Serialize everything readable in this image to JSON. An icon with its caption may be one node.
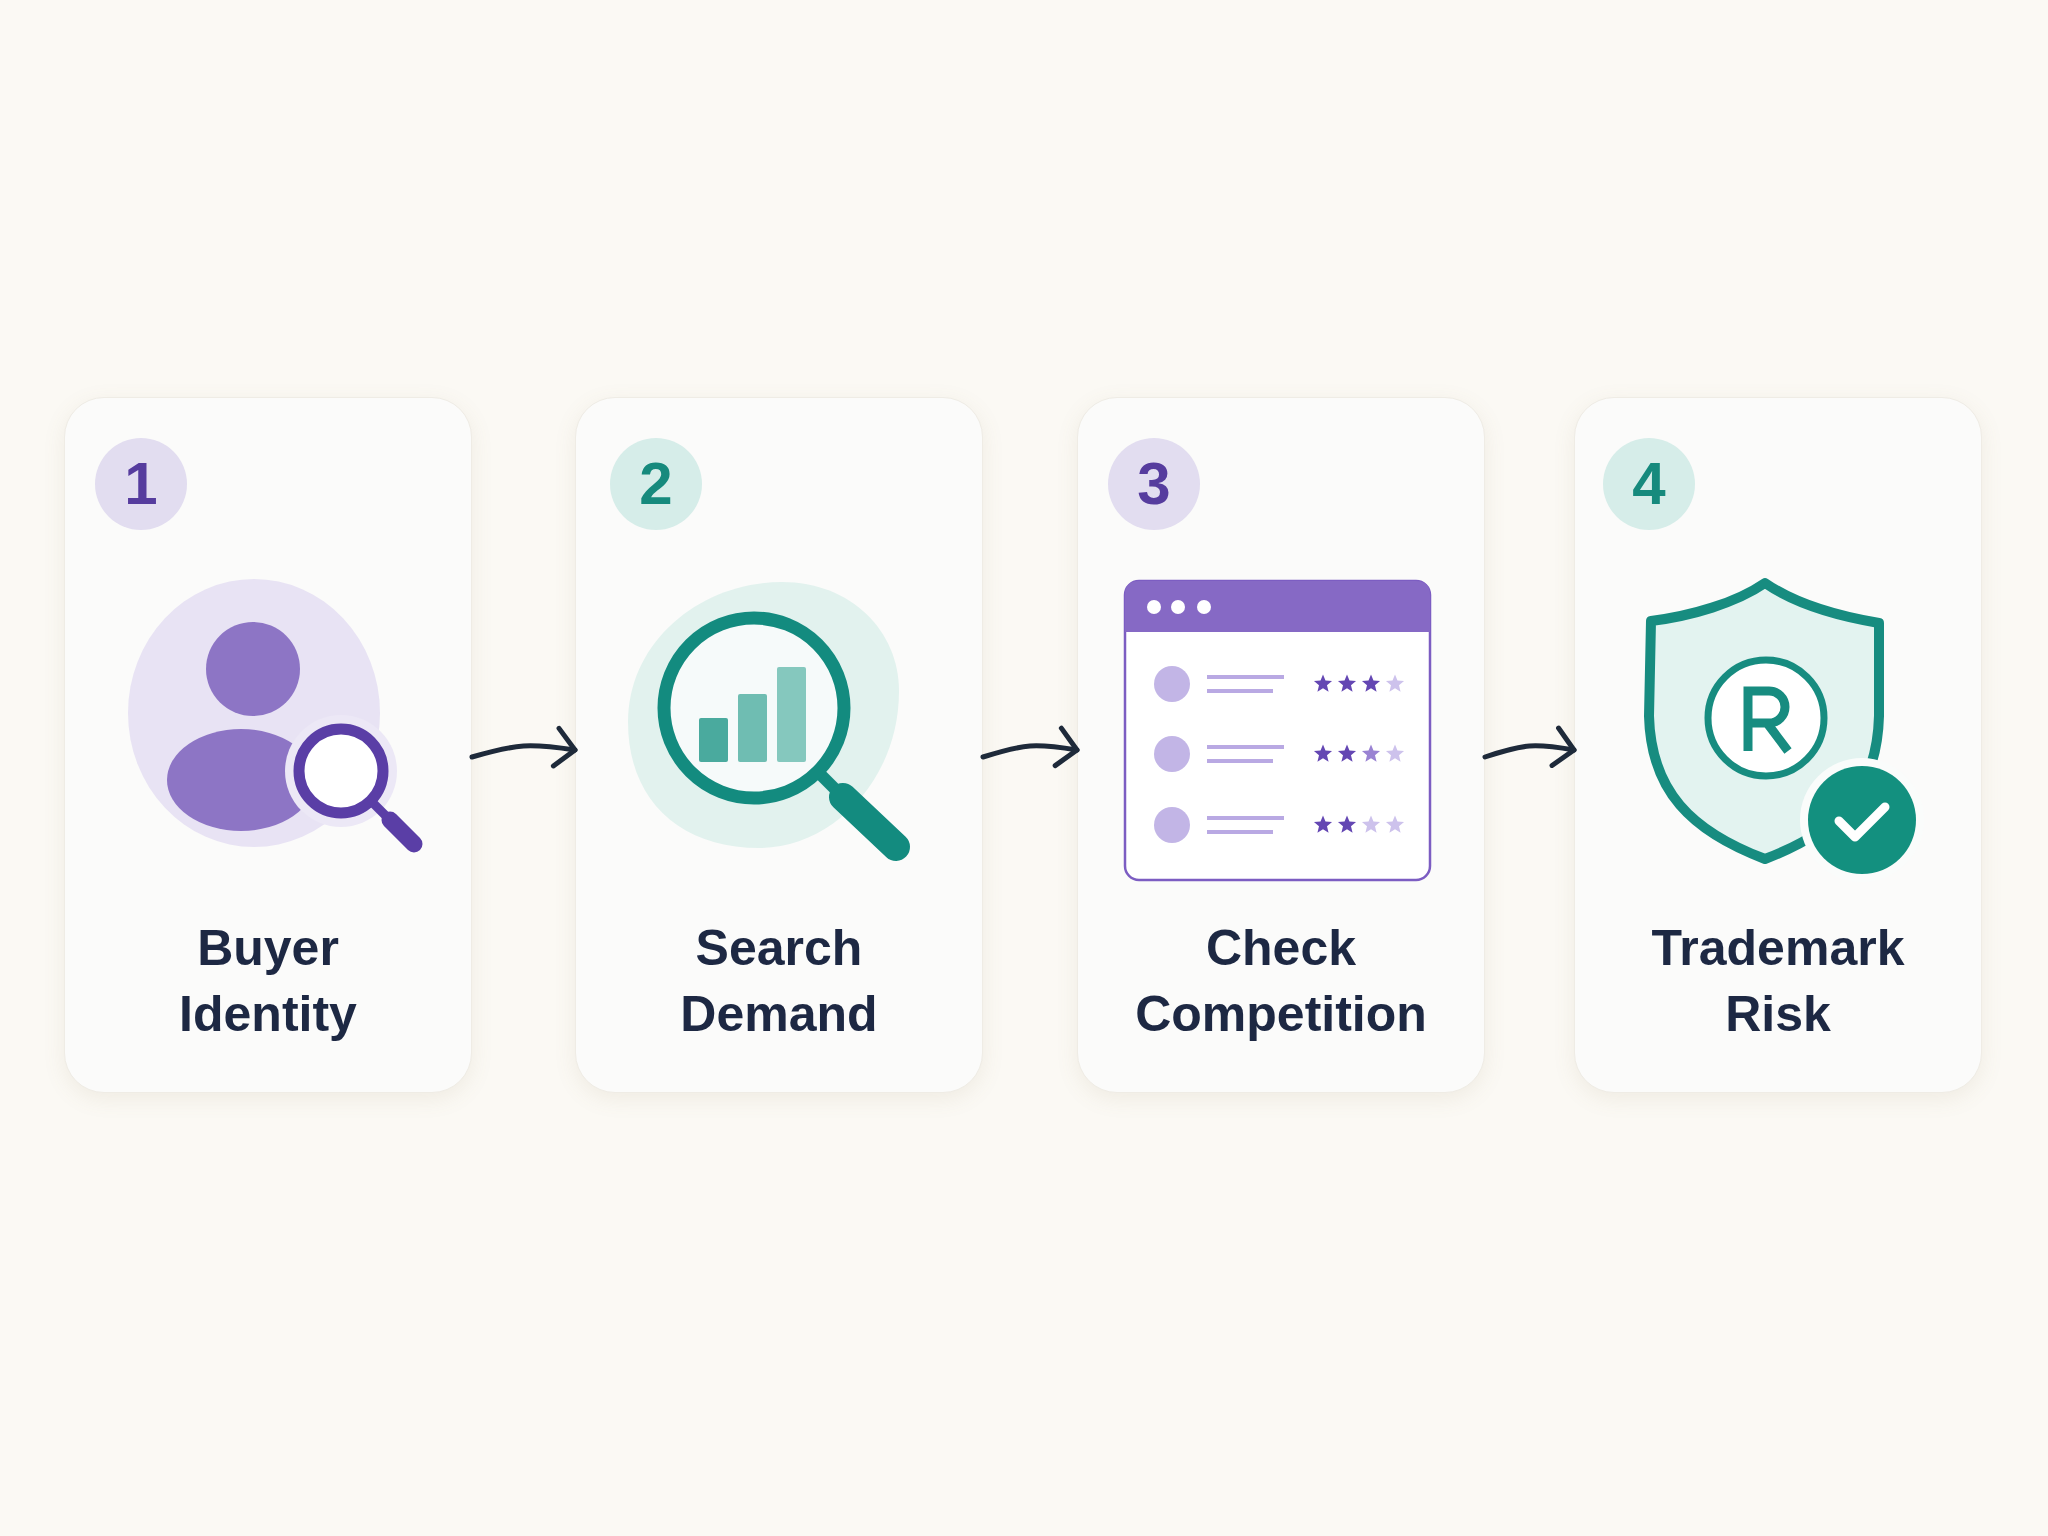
{
  "diagram": {
    "nodes": [
      {
        "text": [
          "Buyer Identity"
        ]
      },
      {
        "text": [
          "1"
        ],
        "in": 0
      },
      {
        "text": [
          "Search Demand"
        ]
      },
      {
        "text": [
          "2"
        ],
        "in": 2
      },
      {
        "text": [
          "Check Competition"
        ]
      },
      {
        "text": [
          "3"
        ],
        "in": 4
      },
      {
        "text": [
          "Trademark Risk"
        ]
      },
      {
        "text": [
          "4"
        ],
        "in": 6
      }
    ],
    "edges": [
      {
        "from": 0,
        "to": 2,
        "arrow": "to"
      },
      {
        "from": 2,
        "to": 4,
        "arrow": "to"
      },
      {
        "from": 4,
        "to": 6,
        "arrow": "to"
      }
    ]
  }
}
